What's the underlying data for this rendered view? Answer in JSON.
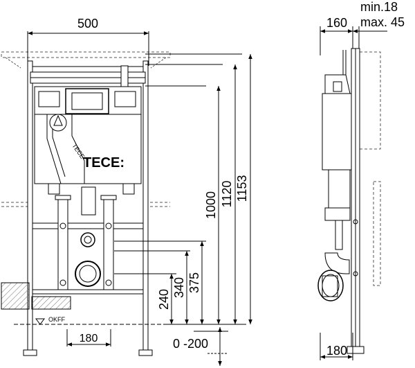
{
  "front_view": {
    "width_label": "500",
    "bottom_span_label": "180",
    "okff_label": "OKFF",
    "brand_label": "TECE:",
    "logo_text": "TECE",
    "heights": {
      "h240": "240",
      "h340": "340",
      "h375": "375",
      "h1000": "1000",
      "h1120": "1120",
      "h1153": "1153"
    },
    "adjust_label": "0 -200"
  },
  "side_view": {
    "depth_label": "160",
    "min_label": "min.18",
    "max_label": "max. 45",
    "bottom_depth_label": "180"
  }
}
